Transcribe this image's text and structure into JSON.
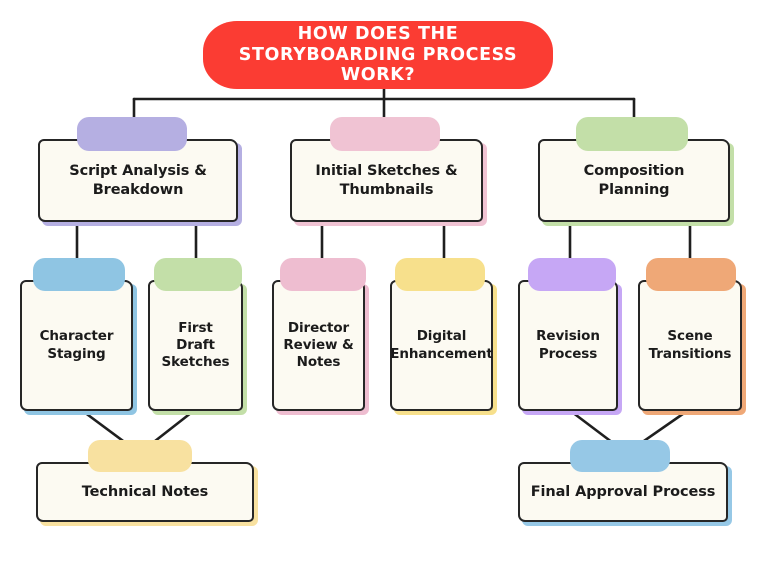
{
  "page": {
    "background_color": "#ffffff",
    "card_fill": "#FCFAF2",
    "stroke_color": "#262626"
  },
  "title": {
    "text": "How does the Storyboarding Process Work?",
    "banner_color": "#FB3C33",
    "text_color": "#ffffff"
  },
  "diagram": {
    "type": "hierarchy-tree",
    "rows": [
      {
        "name": "main-stages",
        "nodes": [
          {
            "id": "script-analysis",
            "label": "Script Analysis & Breakdown",
            "tab_color": "#B5AFE2"
          },
          {
            "id": "initial-sketches",
            "label": "Initial Sketches & Thumbnails",
            "tab_color": "#F0C3D3"
          },
          {
            "id": "composition",
            "label": "Composition Planning",
            "tab_color": "#C3DFA8"
          }
        ]
      },
      {
        "name": "sub-stages",
        "nodes": [
          {
            "id": "character-staging",
            "label": "Character Staging",
            "tab_color": "#8FC5E3"
          },
          {
            "id": "first-draft",
            "label": "First Draft Sketches",
            "tab_color": "#C3DFA8"
          },
          {
            "id": "director-review",
            "label": "Director Review & Notes",
            "tab_color": "#EEBDD0"
          },
          {
            "id": "digital-enhancement",
            "label": "Digital Enhancement",
            "tab_color": "#F7E08C"
          },
          {
            "id": "revision-process",
            "label": "Revision Process",
            "tab_color": "#C6A7F5"
          },
          {
            "id": "scene-transitions",
            "label": "Scene Transitions",
            "tab_color": "#EFA877"
          }
        ]
      },
      {
        "name": "outcomes",
        "nodes": [
          {
            "id": "technical-notes",
            "label": "Technical Notes",
            "tab_color": "#F8E1A0"
          },
          {
            "id": "final-approval",
            "label": "Final Approval Process",
            "tab_color": "#96C8E6"
          }
        ]
      }
    ]
  }
}
